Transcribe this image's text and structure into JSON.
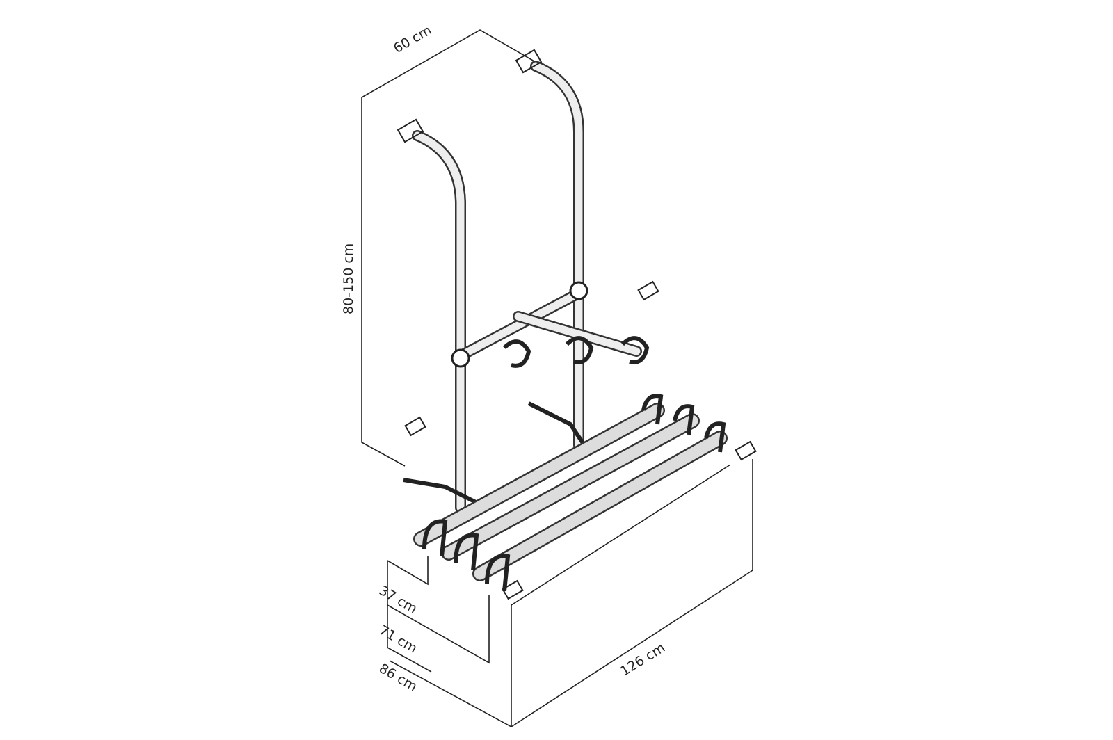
{
  "diagram": {
    "subject": "bike-rack",
    "dimensions": {
      "top_depth": "60 cm",
      "height_range": "80-150 cm",
      "step_height": "37 cm",
      "lower_height": "71 cm",
      "base_depth": "86 cm",
      "width": "126 cm"
    }
  }
}
